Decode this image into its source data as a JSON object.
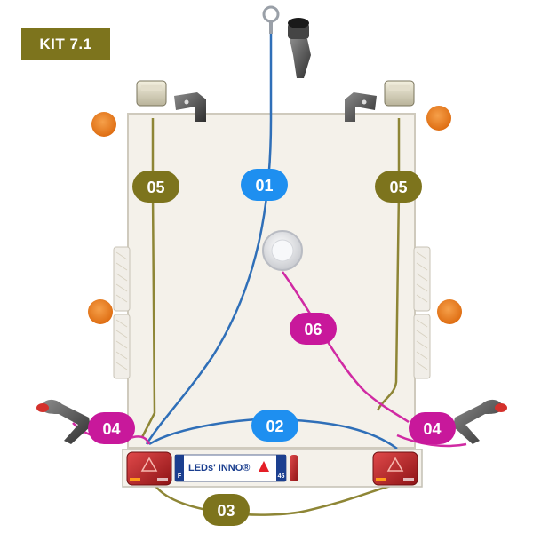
{
  "title": "KIT 7.1",
  "colors": {
    "olive": "#7d741d",
    "blue": "#1e8ff0",
    "magenta": "#c8189b",
    "cable_blue": "#2f6fb8",
    "cable_olive": "#8e8636",
    "cable_magenta": "#d02aa3",
    "reflector_orange": "#ee7d1e"
  },
  "labels": {
    "l01": "01",
    "l02": "02",
    "l03": "03",
    "l04_left": "04",
    "l04_right": "04",
    "l05_left": "05",
    "l05_right": "05",
    "l06": "06"
  },
  "plate": {
    "brand": "LEDs' INNO®",
    "country": "F",
    "number": "45"
  },
  "icons": [
    "eyelet-icon",
    "plug-connector-icon",
    "plate-lamp-icon",
    "mounting-bracket-icon",
    "orange-reflector-icon",
    "interior-dome-light-icon",
    "side-marker-lamp-icon",
    "rear-combination-lamp-icon",
    "triangle-warning-icon"
  ]
}
